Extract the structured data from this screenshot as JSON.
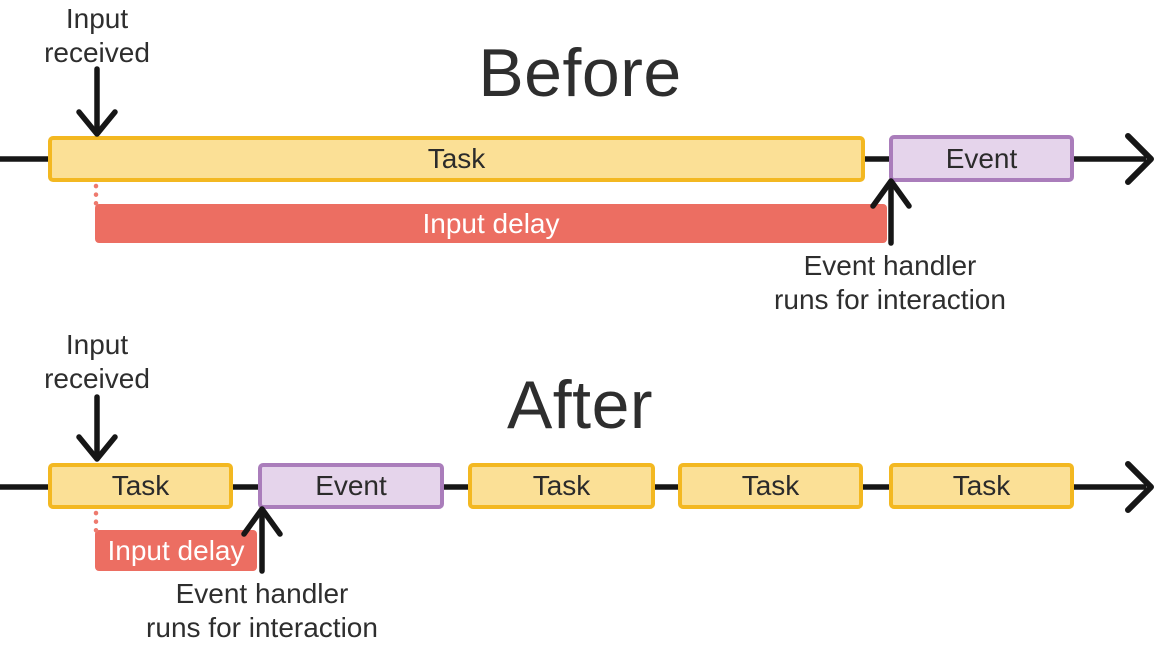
{
  "before": {
    "title": "Before",
    "input_received": {
      "line1": "Input",
      "line2": "received"
    },
    "task_label": "Task",
    "event_label": "Event",
    "input_delay_label": "Input delay",
    "event_handler": {
      "line1": "Event handler",
      "line2": "runs for interaction"
    }
  },
  "after": {
    "title": "After",
    "input_received": {
      "line1": "Input",
      "line2": "received"
    },
    "task_labels": [
      "Task",
      "Task",
      "Task",
      "Task"
    ],
    "event_label": "Event",
    "input_delay_label": "Input delay",
    "event_handler": {
      "line1": "Event handler",
      "line2": "runs for interaction"
    }
  },
  "icons": {
    "down_arrow": "↓",
    "up_arrow": "↑",
    "right_arrow": "→"
  },
  "colors": {
    "task_fill": "#fbe096",
    "task_border": "#f3b821",
    "event_fill": "#e5d4eb",
    "event_border": "#aa7dbb",
    "input_delay_fill": "#ec6e62",
    "dotted_connector": "#ee7a6e",
    "line": "#161616",
    "text": "#2e2e2e"
  }
}
